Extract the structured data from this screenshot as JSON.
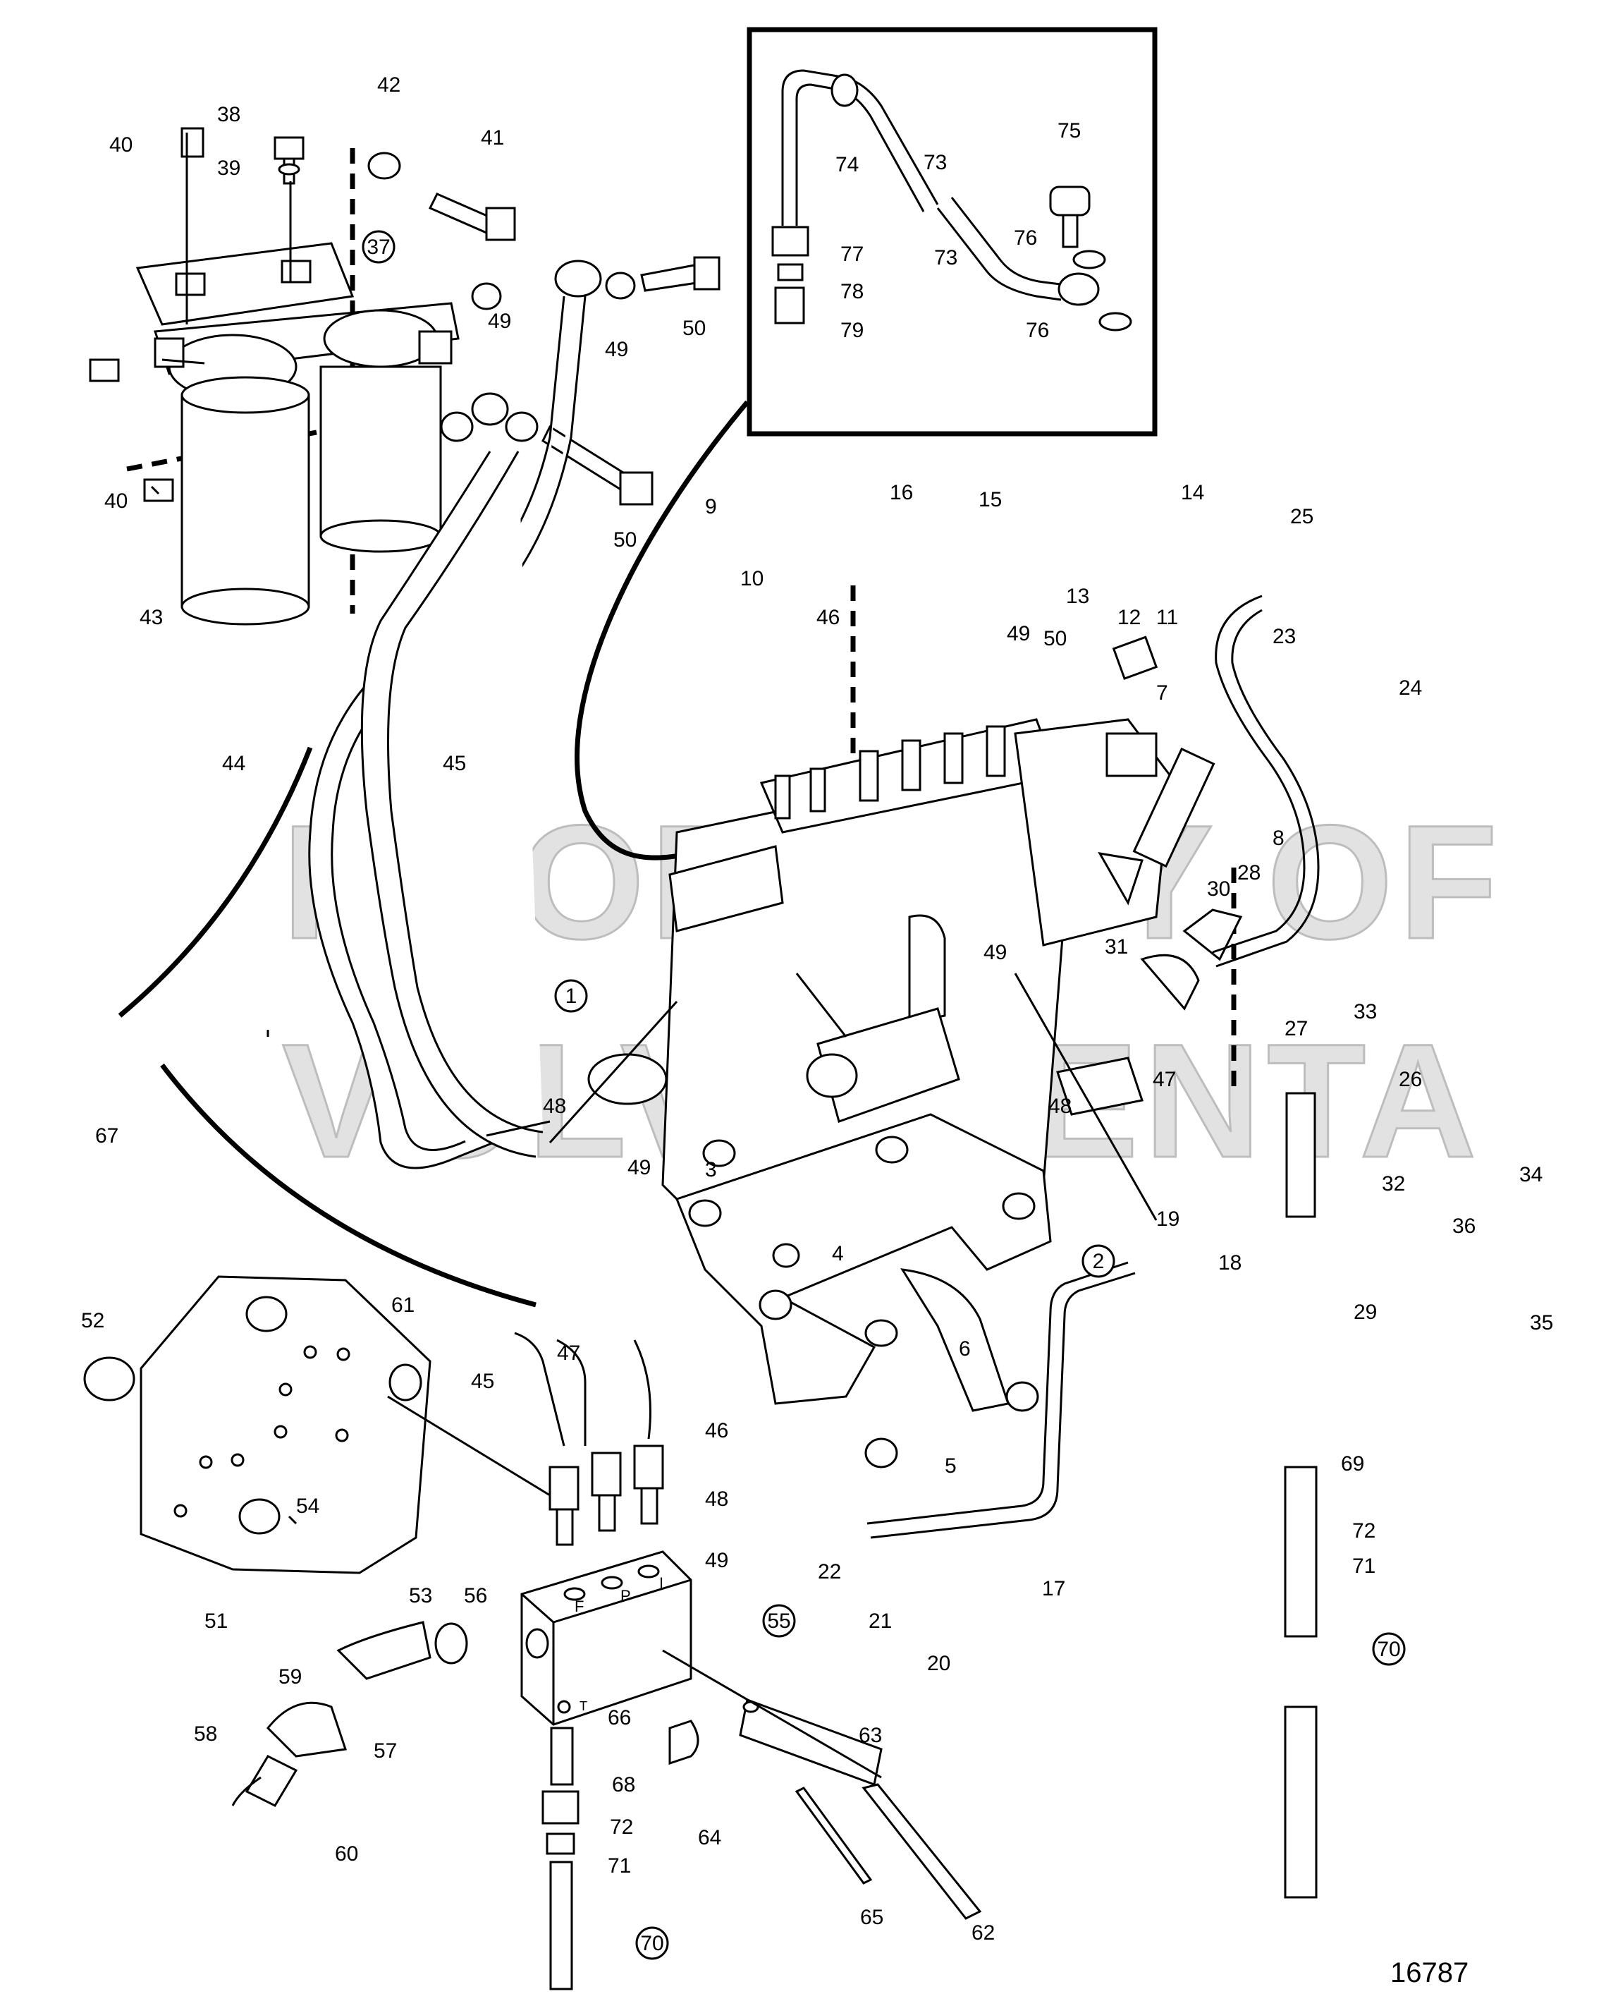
{
  "document_number": "16787",
  "watermark": [
    "PROPERTY OF",
    "VOLVO PENTA"
  ],
  "callouts": [
    {
      "n": "1",
      "circled": true
    },
    {
      "n": "2",
      "circled": true
    },
    {
      "n": "3"
    },
    {
      "n": "4"
    },
    {
      "n": "5"
    },
    {
      "n": "6"
    },
    {
      "n": "7"
    },
    {
      "n": "8"
    },
    {
      "n": "9"
    },
    {
      "n": "10"
    },
    {
      "n": "11"
    },
    {
      "n": "12"
    },
    {
      "n": "13"
    },
    {
      "n": "14"
    },
    {
      "n": "15"
    },
    {
      "n": "16"
    },
    {
      "n": "17"
    },
    {
      "n": "18"
    },
    {
      "n": "19"
    },
    {
      "n": "20"
    },
    {
      "n": "21"
    },
    {
      "n": "22"
    },
    {
      "n": "23"
    },
    {
      "n": "24"
    },
    {
      "n": "25"
    },
    {
      "n": "26"
    },
    {
      "n": "27"
    },
    {
      "n": "28"
    },
    {
      "n": "29"
    },
    {
      "n": "30"
    },
    {
      "n": "31"
    },
    {
      "n": "32"
    },
    {
      "n": "33"
    },
    {
      "n": "34"
    },
    {
      "n": "35"
    },
    {
      "n": "36"
    },
    {
      "n": "37",
      "circled": true
    },
    {
      "n": "38"
    },
    {
      "n": "39"
    },
    {
      "n": "40"
    },
    {
      "n": "40"
    },
    {
      "n": "41"
    },
    {
      "n": "42"
    },
    {
      "n": "43"
    },
    {
      "n": "44"
    },
    {
      "n": "45"
    },
    {
      "n": "45"
    },
    {
      "n": "46"
    },
    {
      "n": "46"
    },
    {
      "n": "47"
    },
    {
      "n": "47"
    },
    {
      "n": "48"
    },
    {
      "n": "48"
    },
    {
      "n": "48"
    },
    {
      "n": "49"
    },
    {
      "n": "49"
    },
    {
      "n": "49"
    },
    {
      "n": "49"
    },
    {
      "n": "49"
    },
    {
      "n": "49"
    },
    {
      "n": "50"
    },
    {
      "n": "50"
    },
    {
      "n": "50"
    },
    {
      "n": "51"
    },
    {
      "n": "52"
    },
    {
      "n": "53"
    },
    {
      "n": "54"
    },
    {
      "n": "55",
      "circled": true
    },
    {
      "n": "56"
    },
    {
      "n": "57"
    },
    {
      "n": "58"
    },
    {
      "n": "59"
    },
    {
      "n": "60"
    },
    {
      "n": "61"
    },
    {
      "n": "62"
    },
    {
      "n": "63"
    },
    {
      "n": "64"
    },
    {
      "n": "65"
    },
    {
      "n": "66"
    },
    {
      "n": "67"
    },
    {
      "n": "68"
    },
    {
      "n": "69"
    },
    {
      "n": "70",
      "circled": true
    },
    {
      "n": "70",
      "circled": true
    },
    {
      "n": "71"
    },
    {
      "n": "71"
    },
    {
      "n": "72"
    },
    {
      "n": "72"
    },
    {
      "n": "73"
    },
    {
      "n": "73"
    },
    {
      "n": "74"
    },
    {
      "n": "75"
    },
    {
      "n": "76"
    },
    {
      "n": "76"
    },
    {
      "n": "77"
    },
    {
      "n": "78"
    },
    {
      "n": "79"
    }
  ],
  "block_markings": [
    "F",
    "P",
    "I",
    "T"
  ]
}
